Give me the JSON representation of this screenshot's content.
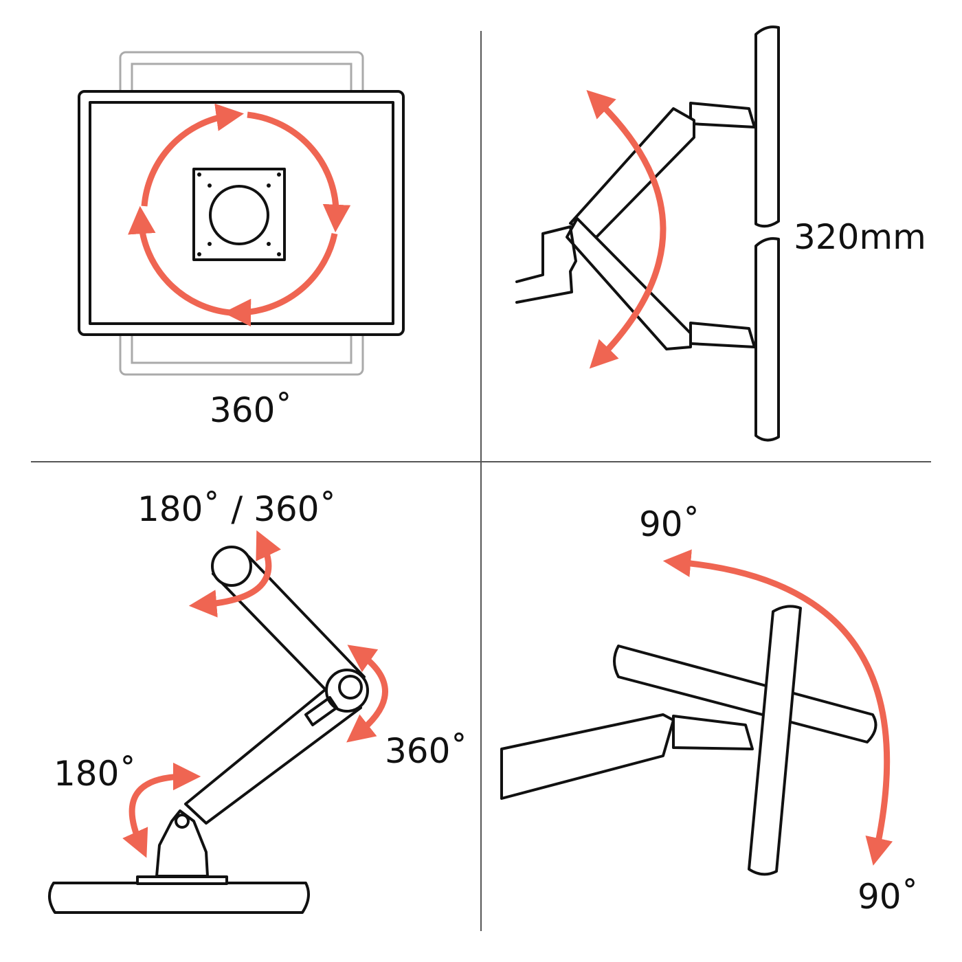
{
  "labels": {
    "tilt_rotation": "360˚",
    "height_adjust": "320mm",
    "top_joint": "180˚ / 360˚",
    "elbow_joint": "360˚",
    "base_joint": "180˚",
    "portrait_top": "90˚",
    "portrait_bottom": "90˚"
  },
  "colors": {
    "accent": "#ef6552",
    "line": "#111111",
    "ghost": "#aaaaaa"
  }
}
